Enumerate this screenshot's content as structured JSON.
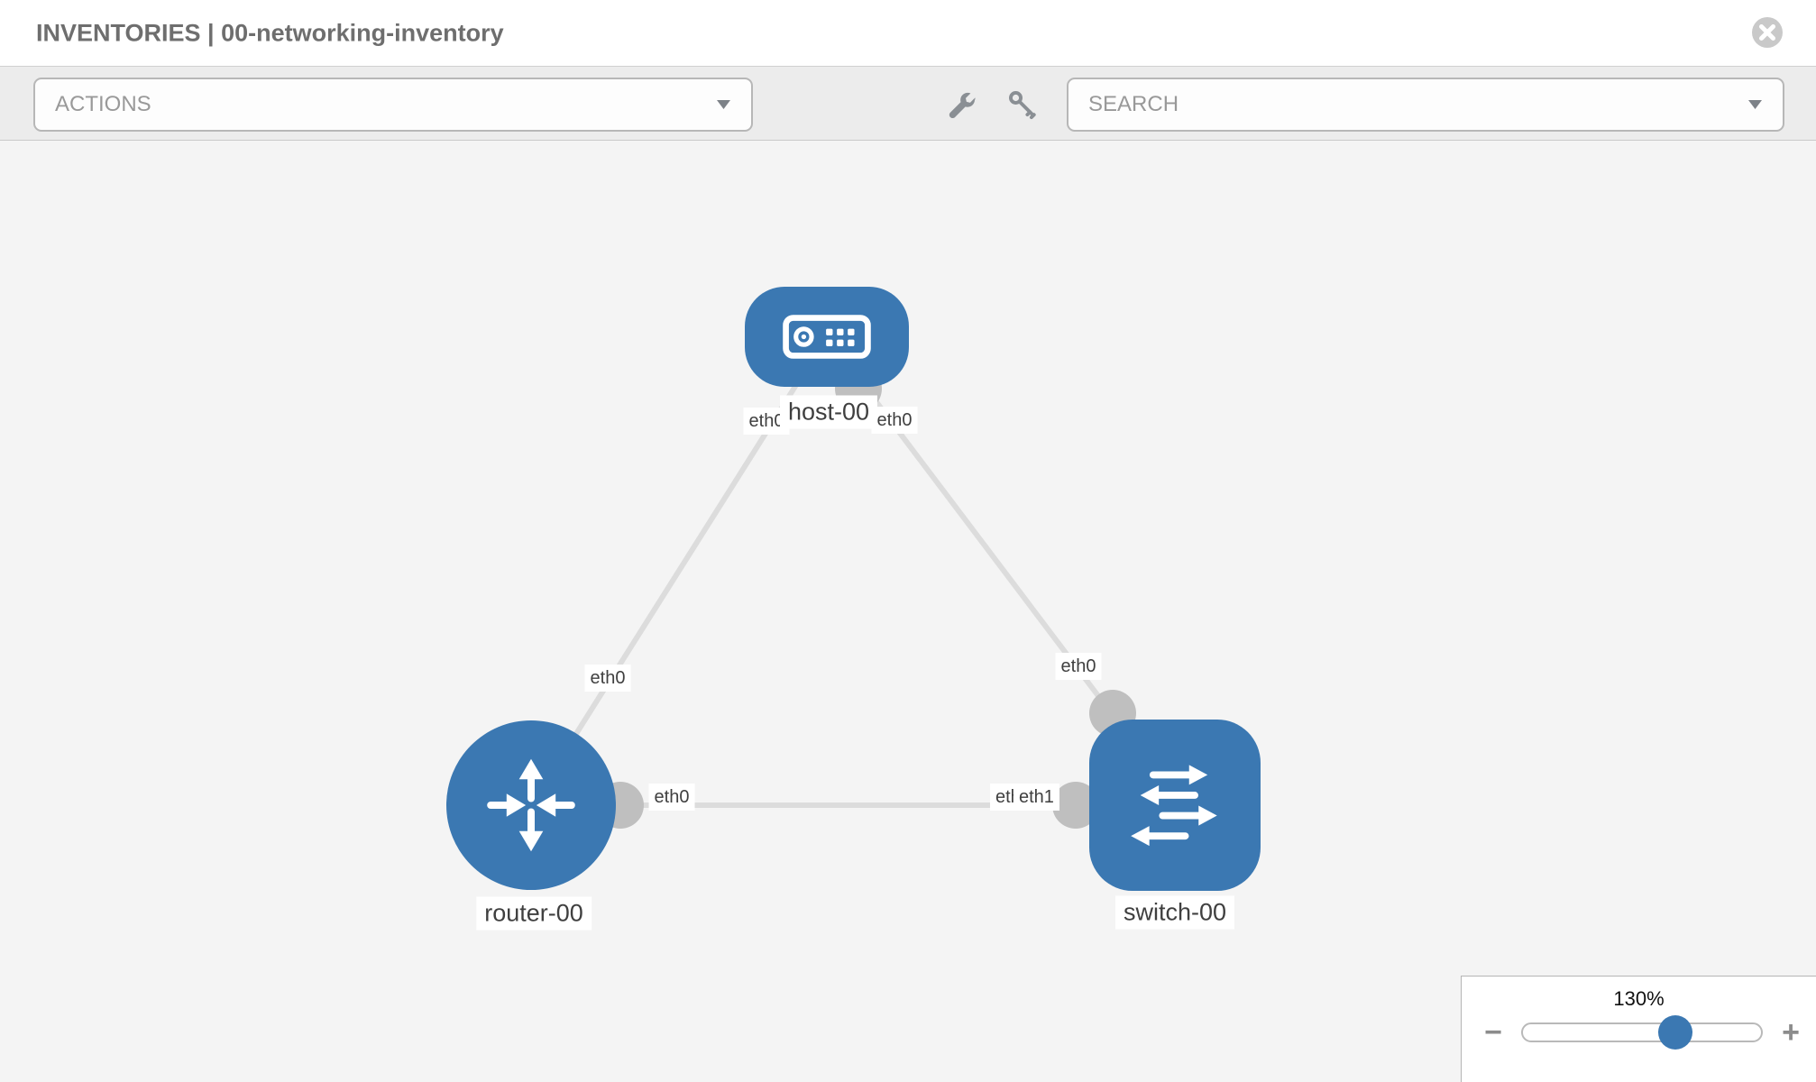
{
  "header": {
    "title": "INVENTORIES | 00-networking-inventory"
  },
  "toolbar": {
    "actions_label": "ACTIONS",
    "search_placeholder": "SEARCH"
  },
  "topology": {
    "nodes": [
      {
        "id": "host-00",
        "type": "host",
        "label": "host-00"
      },
      {
        "id": "router-00",
        "type": "router",
        "label": "router-00"
      },
      {
        "id": "switch-00",
        "type": "switch",
        "label": "switch-00"
      }
    ],
    "links": [
      {
        "from": "host-00",
        "to": "router-00"
      },
      {
        "from": "host-00",
        "to": "switch-00"
      },
      {
        "from": "router-00",
        "to": "switch-00"
      }
    ],
    "interface_labels": {
      "host_to_router": "eth0",
      "host_to_switch": "eth0",
      "router_to_host": "eth0",
      "switch_to_host": "eth0",
      "router_to_switch": "eth0",
      "switch_to_router_back": "eth0",
      "switch_to_router_front": "eth1"
    }
  },
  "zoom_control": {
    "level": "130%",
    "minus_glyph": "−",
    "plus_glyph": "+"
  },
  "colors": {
    "node_blue": "#3b78b2",
    "link_gray": "#dcdcdc",
    "port_gray": "#bfbfbf"
  }
}
